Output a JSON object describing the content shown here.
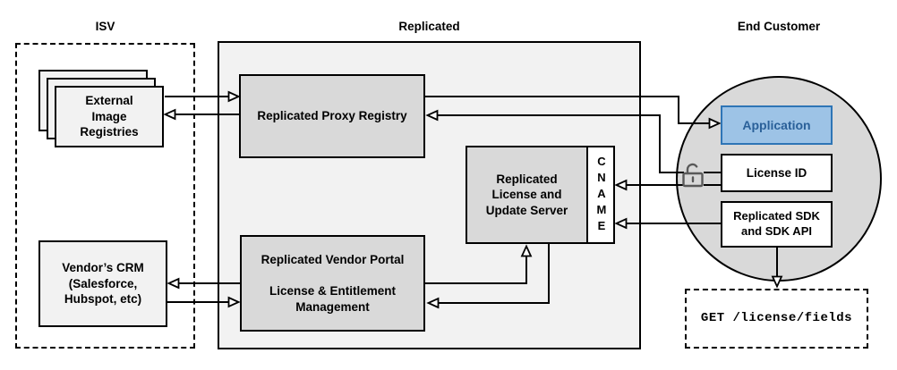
{
  "titles": {
    "isv": "ISV",
    "replicated": "Replicated",
    "end_customer": "End Customer"
  },
  "nodes": {
    "external_image_registries": "External\nImage\nRegistries",
    "vendors_crm": "Vendor’s CRM\n(Salesforce,\nHubspot, etc)",
    "proxy_registry": "Replicated Proxy Registry",
    "license_update_server": "Replicated\nLicense and\nUpdate Server",
    "cname": "CNAME",
    "vendor_portal": "Replicated Vendor Portal\n\nLicense & Entitlement\nManagement",
    "application": "Application",
    "license_id": "License ID",
    "replicated_sdk": "Replicated SDK\nand SDK API",
    "get_endpoint": "GET /license/fields"
  },
  "icons": {
    "unlock": "open-padlock-icon"
  },
  "colors": {
    "container_fill": "#f2f2f2",
    "node_fill_gray": "#d9d9d9",
    "node_fill_light": "#f2f2f2",
    "circle_fill": "#d9d9d9",
    "application_fill": "#9dc3e6",
    "application_border": "#2e75b6",
    "application_text": "#2a6099",
    "line_color": "#000000",
    "lock_color": "#595959"
  }
}
